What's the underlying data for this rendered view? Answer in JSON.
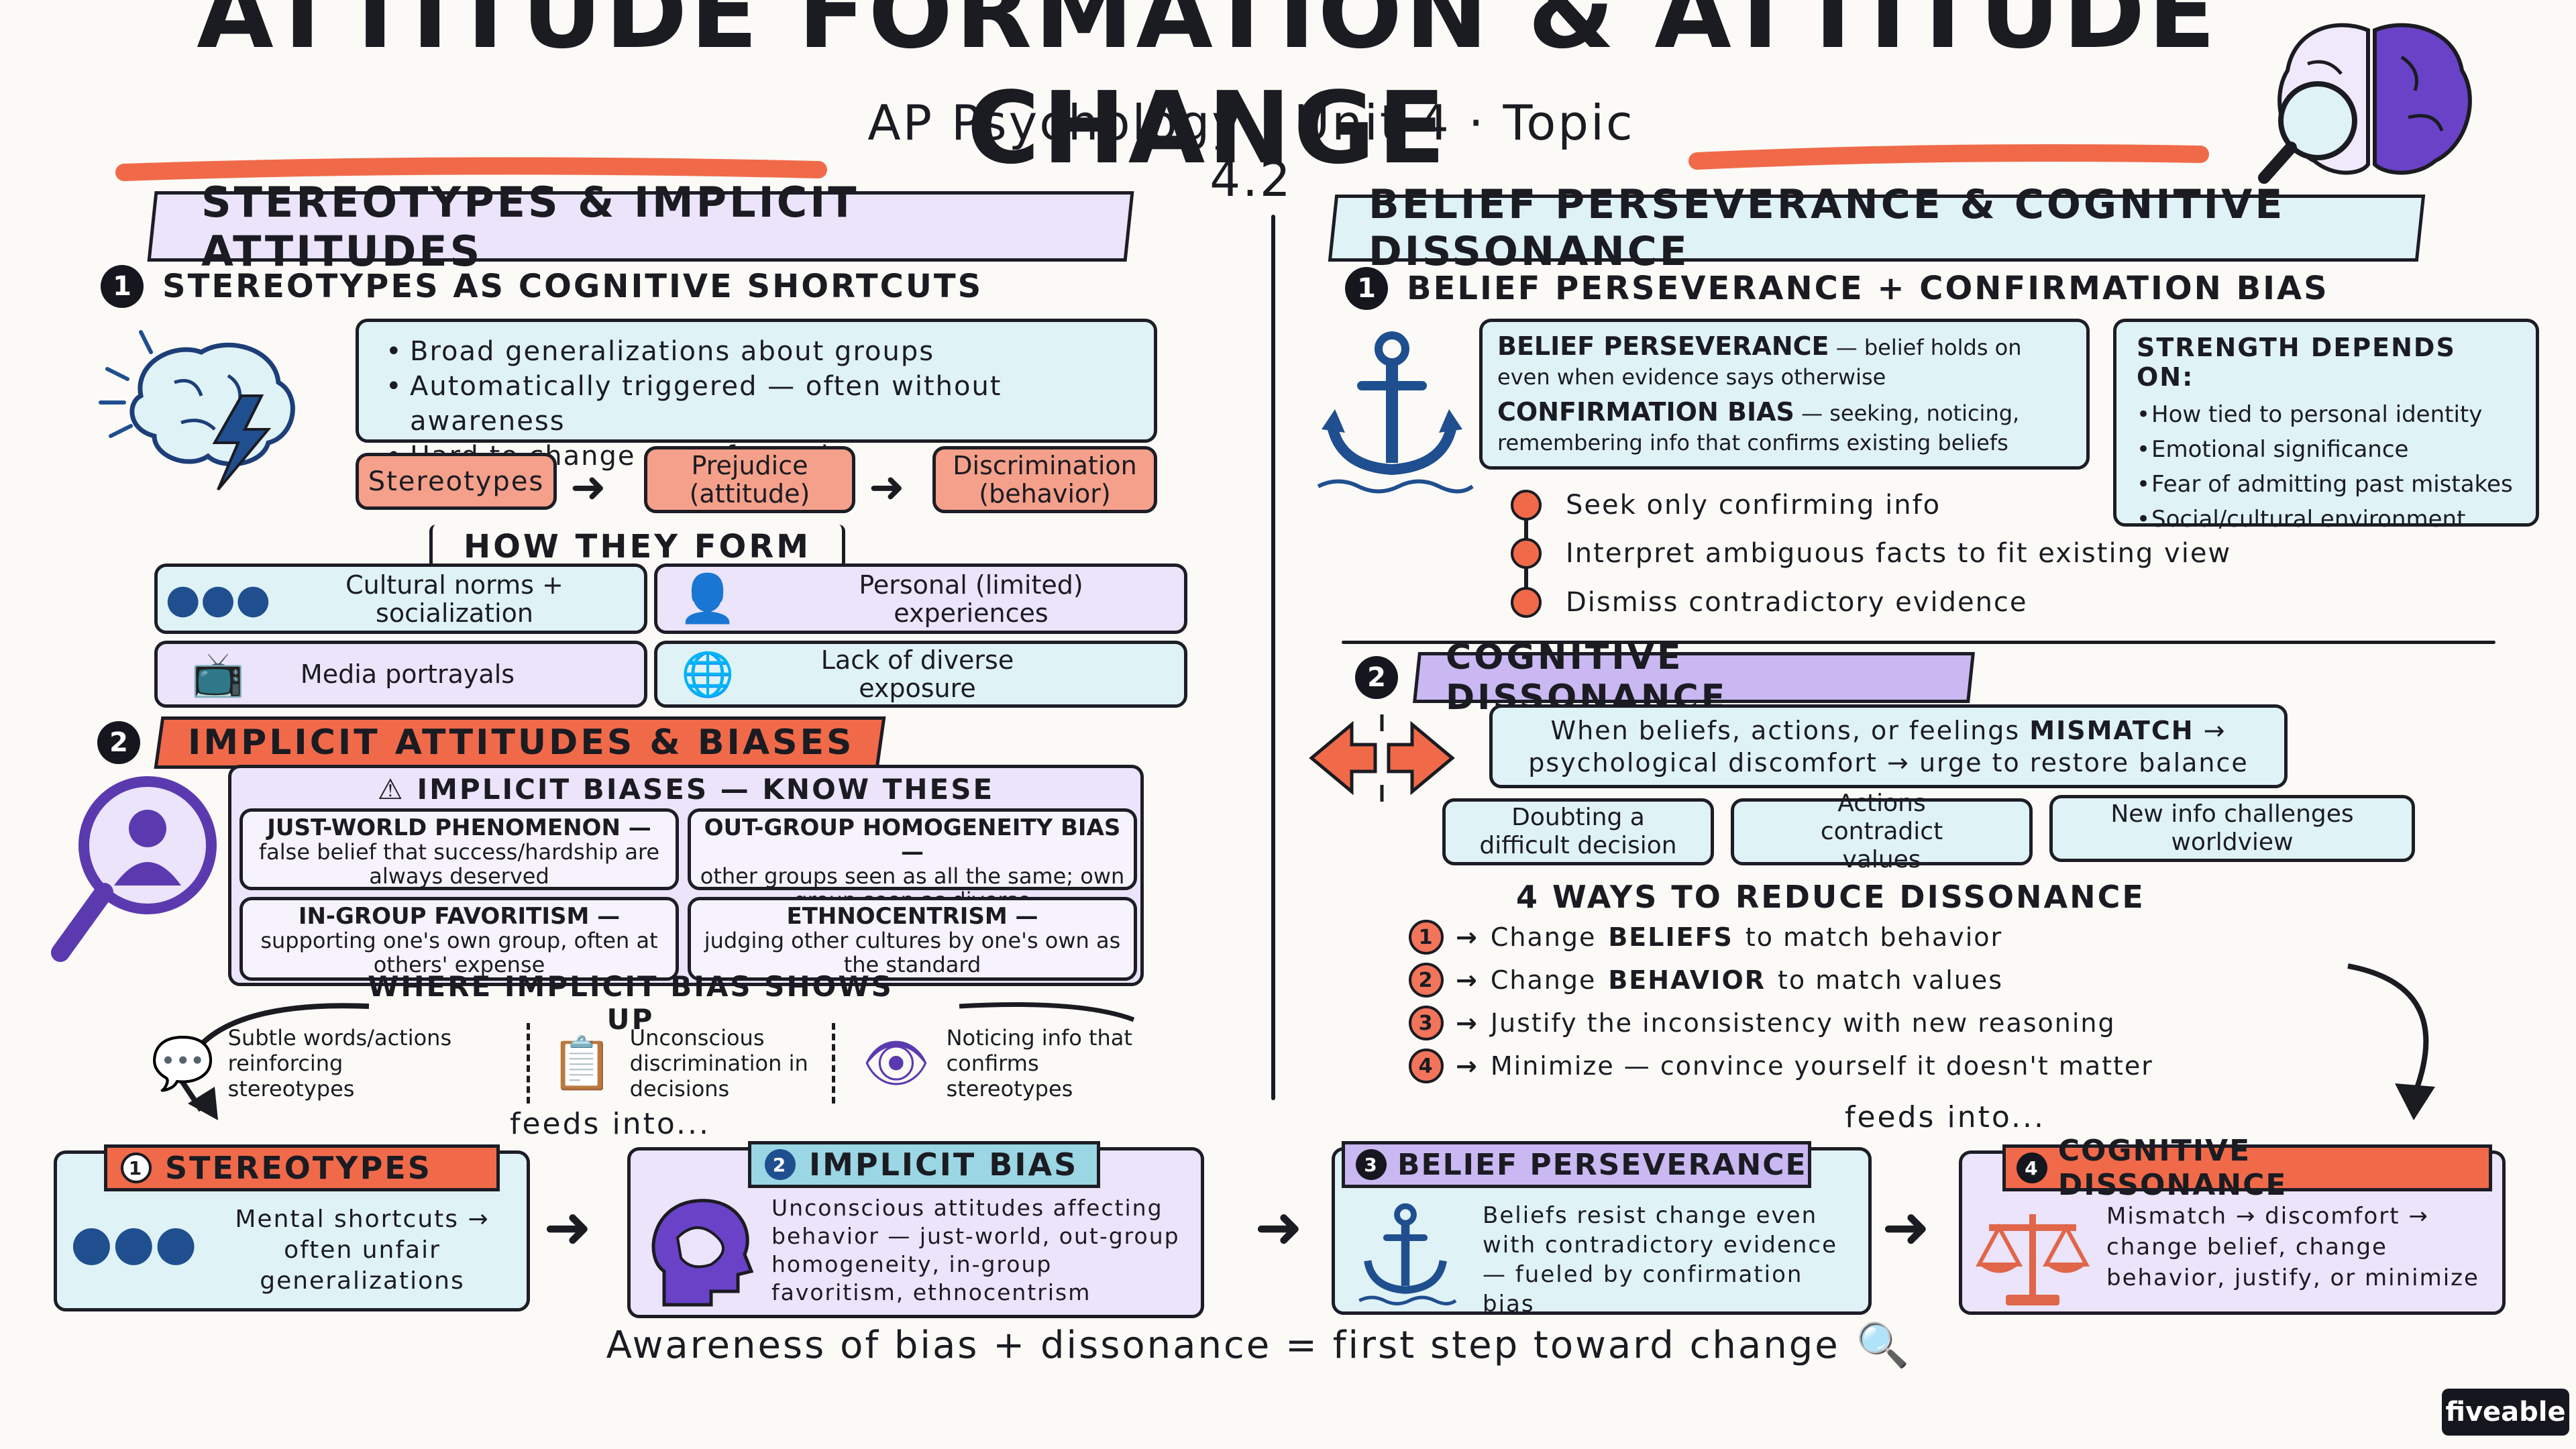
{
  "header": {
    "title": "ATTITUDE FORMATION & ATTITUDE CHANGE",
    "subtitle": "AP Psychology · Unit 4 · Topic 4.2"
  },
  "left": {
    "banner": "STEREOTYPES & IMPLICIT ATTITUDES",
    "s1": {
      "num": "1",
      "heading": "STEREOTYPES AS COGNITIVE SHORTCUTS",
      "bullets": [
        "Broad generalizations about groups",
        "Automatically triggered — often without awareness",
        "Hard to change once formed"
      ],
      "flow": [
        "Stereotypes",
        "Prejudice (attitude)",
        "Discrimination (behavior)"
      ],
      "how_heading": "HOW THEY FORM",
      "forms": [
        "Cultural norms + socialization",
        "Personal (limited) experiences",
        "Media portrayals",
        "Lack of diverse exposure"
      ]
    },
    "s2": {
      "num": "2",
      "banner": "IMPLICIT ATTITUDES & BIASES",
      "biases_heading": "IMPLICIT BIASES — KNOW THESE",
      "biases": [
        {
          "title": "JUST-WORLD PHENOMENON —",
          "desc": "false belief that success/hardship are always deserved"
        },
        {
          "title": "OUT-GROUP HOMOGENEITY BIAS —",
          "desc": "other groups seen as all the same; own group seen as diverse"
        },
        {
          "title": "IN-GROUP FAVORITISM —",
          "desc": "supporting one's own group, often at others' expense"
        },
        {
          "title": "ETHNOCENTRISM —",
          "desc": "judging other cultures by one's own as the standard"
        }
      ],
      "where_heading": "WHERE IMPLICIT BIAS SHOWS UP",
      "where": [
        "Subtle words/actions reinforcing stereotypes",
        "Unconscious discrimination in decisions",
        "Noticing info that confirms stereotypes"
      ]
    }
  },
  "right": {
    "banner": "BELIEF PERSEVERANCE & COGNITIVE DISSONANCE",
    "s1": {
      "num": "1",
      "heading": "BELIEF PERSEVERANCE + CONFIRMATION BIAS",
      "bp_title": "BELIEF PERSEVERANCE",
      "bp_desc": "— belief holds on even when evidence says otherwise",
      "cb_title": "CONFIRMATION BIAS",
      "cb_desc": "— seeking, noticing, remembering info that confirms existing beliefs",
      "strength_heading": "STRENGTH DEPENDS ON:",
      "strength": [
        "How tied to personal identity",
        "Emotional significance",
        "Fear of admitting past mistakes",
        "Social/cultural environment"
      ],
      "steps": [
        "Seek only confirming info",
        "Interpret ambiguous facts to fit existing view",
        "Dismiss contradictory evidence"
      ]
    },
    "s2": {
      "num": "2",
      "banner": "COGNITIVE DISSONANCE",
      "def_a": "When beliefs, actions, or feelings",
      "def_b": "MISMATCH",
      "def_c": "→",
      "def_d": "psychological discomfort → urge to restore balance",
      "examples": [
        "Doubting a difficult decision",
        "Actions contradict values",
        "New info challenges worldview"
      ],
      "ways_heading": "4 WAYS TO REDUCE DISSONANCE",
      "ways": [
        {
          "n": "1",
          "a": "Change",
          "b": "BELIEFS",
          "c": "to match behavior"
        },
        {
          "n": "2",
          "a": "Change",
          "b": "BEHAVIOR",
          "c": "to match values"
        },
        {
          "n": "3",
          "a": "Justify the inconsistency with new reasoning",
          "b": "",
          "c": ""
        },
        {
          "n": "4",
          "a": "Minimize — convince yourself it doesn't matter",
          "b": "",
          "c": ""
        }
      ]
    }
  },
  "feeds_into": "feeds into...",
  "bottom": [
    {
      "num": "1",
      "title": "STEREOTYPES",
      "text": "Mental shortcuts → often unfair generalizations"
    },
    {
      "num": "2",
      "title": "IMPLICIT BIAS",
      "text": "Unconscious attitudes affecting behavior — just-world, out-group homogeneity, in-group favoritism, ethnocentrism"
    },
    {
      "num": "3",
      "title": "BELIEF PERSEVERANCE",
      "text": "Beliefs resist change even with contradictory evidence — fueled by confirmation bias"
    },
    {
      "num": "4",
      "title": "COGNITIVE DISSONANCE",
      "text": "Mismatch → discomfort → change belief, change behavior, justify, or minimize"
    }
  ],
  "footer": "Awareness of bias + dissonance = first step toward change",
  "brand": "fiveable",
  "colors": {
    "blue": "#dff2f6",
    "purple": "#ebe4fa",
    "salmon": "#f4a08a",
    "coral": "#f06a4a",
    "navy": "#1f4f8f",
    "violet": "#5b3ab0"
  }
}
